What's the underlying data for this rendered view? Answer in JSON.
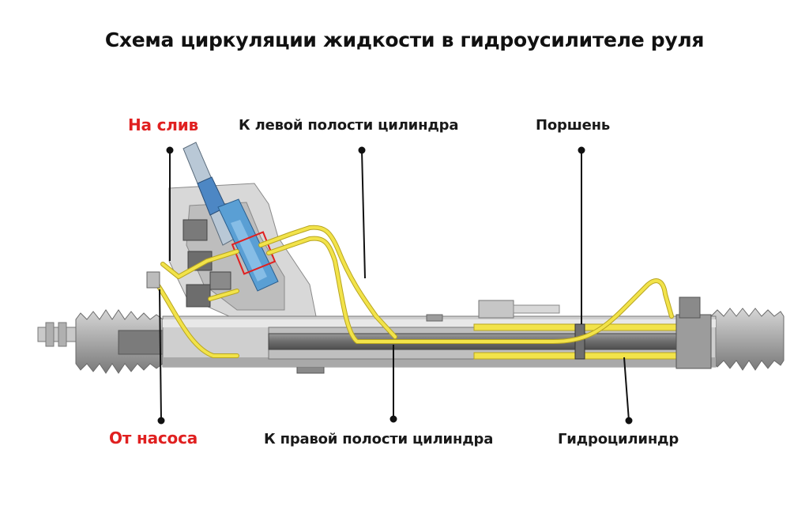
{
  "title": "Схема циркуляции жидкости в гидроусилителе руля",
  "labels": {
    "drain": "На слив",
    "left_cavity": "К левой полости цилиндра",
    "piston": "Поршень",
    "from_pump": "От насоса",
    "right_cavity": "К правой полости цилиндра",
    "hydro_cylinder": "Гидроцилиндр"
  },
  "colors": {
    "fluid_line": "#f2e34a",
    "valve_blue": "#5a9fd4",
    "accent_red": "#e02020",
    "body_gray": "#bdbdbd"
  }
}
